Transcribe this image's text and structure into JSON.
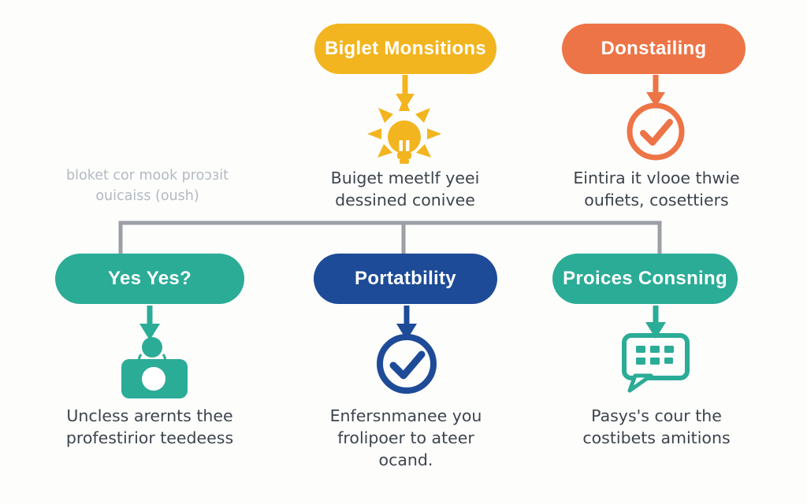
{
  "colors": {
    "yellow": "#F2B51F",
    "orange": "#ED7446",
    "teal": "#2BAC97",
    "blue": "#1D4B97",
    "connector": "#9CA0A5",
    "text-dark": "#3D444C",
    "text-muted": "#B3B9C1"
  },
  "top_nodes": [
    {
      "label": "Biglet Monsitions",
      "icon": "lightbulb-icon",
      "caption": "Buiget meetlf yeei\ndessined conivee"
    },
    {
      "label": "Donstailing",
      "icon": "check-circle-icon",
      "caption": "Eintira it vlooe thwie\noufiets, cosettiers"
    }
  ],
  "side_note": "bloket cor mook proɔɜit\nouicaiss (oush)",
  "bottom_nodes": [
    {
      "label": "Yes Yes?",
      "icon": "camera-person-icon",
      "caption": "Uncless arernts thee\nprofestirior teedeess"
    },
    {
      "label": "Portatbility",
      "icon": "check-circle-icon",
      "caption": "Enfersnmanee you\nfrolipoer to ateer\nocand."
    },
    {
      "label": "Proices Consning",
      "icon": "chat-keypad-icon",
      "caption": "Pasys's cour the\ncostibets amitions"
    }
  ]
}
